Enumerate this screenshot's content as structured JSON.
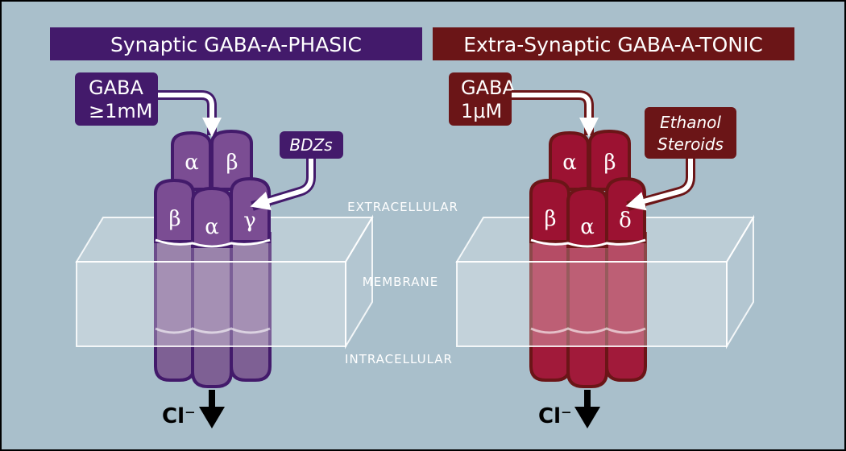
{
  "colors": {
    "background": "#a9bfcb",
    "synaptic": "#431a6b",
    "extrasynaptic": "#6b1517",
    "synaptic_upper": "#7b4d93",
    "synaptic_lower": "#7e6094",
    "extrasynaptic_upper": "#9c1232",
    "extrasynaptic_lower": "#a11a3a"
  },
  "left": {
    "title": "Synaptic GABA-A-PHASIC",
    "ligand_line1": "GABA",
    "ligand_line2": "≥1mM",
    "modulator": "BDZs",
    "back_subunits": [
      "α",
      "β"
    ],
    "front_subunits": [
      "β",
      "α",
      "γ"
    ],
    "ion": "Cl⁻"
  },
  "right": {
    "title": "Extra-Synaptic GABA-A-TONIC",
    "ligand_line1": "GABA",
    "ligand_line2": "1μM",
    "modulator_line1": "Ethanol",
    "modulator_line2": "Steroids",
    "back_subunits": [
      "α",
      "β"
    ],
    "front_subunits": [
      "β",
      "α",
      "δ"
    ],
    "ion": "Cl⁻"
  },
  "labels": {
    "extracellular": "EXTRACELLULAR",
    "membrane": "MEMBRANE",
    "intracellular": "INTRACELLULAR"
  }
}
